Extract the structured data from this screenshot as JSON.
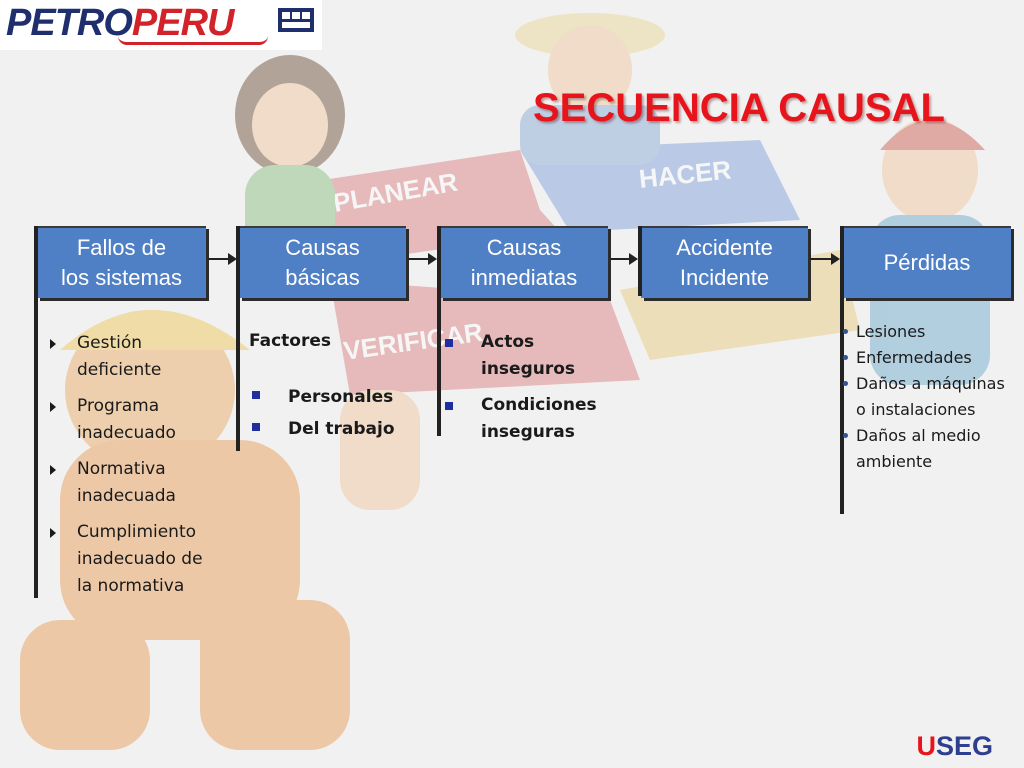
{
  "logo": {
    "brand_part1": "PETRO",
    "brand_part2": "PERU",
    "emblem_icon": "petroperu-emblem-icon"
  },
  "title": "SECUENCIA CAUSAL",
  "background_puzzle_labels": [
    "PLANEAR",
    "HACER",
    "VERIFICAR"
  ],
  "columns": [
    {
      "header": "Fallos de\nlos sistemas",
      "items": [
        "Gestión deficiente",
        "Programa inadecuado",
        "Normativa inadecuada",
        "Cumplimiento inadecuado de la normativa"
      ]
    },
    {
      "header": "Causas\nbásicas",
      "subheading": "Factores",
      "items": [
        "Personales",
        "Del trabajo"
      ]
    },
    {
      "header": "Causas\ninmediatas",
      "items": [
        "Actos inseguros",
        "Condiciones inseguras"
      ]
    },
    {
      "header": "Accidente\nIncidente",
      "items": []
    },
    {
      "header": "Pérdidas",
      "items": [
        "Lesiones",
        "Enfermedades",
        "Daños a máquinas o instalaciones",
        "Daños al medio ambiente"
      ]
    }
  ],
  "footer": {
    "part1": "U",
    "part2": "SEG"
  },
  "colors": {
    "box_blue": "#4f7fc4",
    "title_red": "#e8141c",
    "footer_blue": "#2f3f8f"
  }
}
